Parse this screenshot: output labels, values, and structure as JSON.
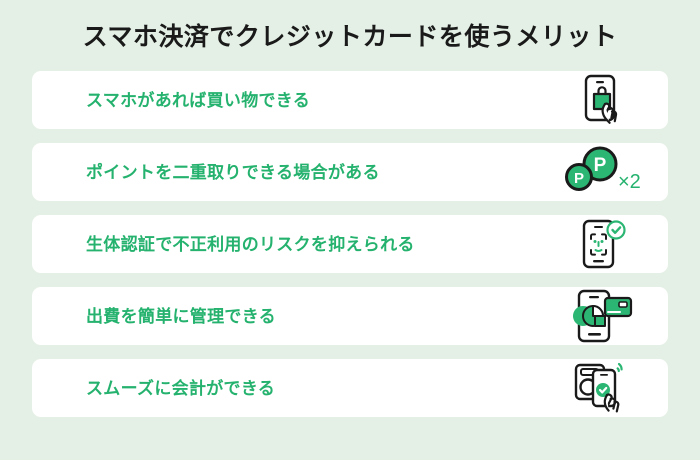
{
  "header": {
    "title": "スマホ決済でクレジットカードを使うメリット"
  },
  "colors": {
    "background": "#e4f0e5",
    "card": "#ffffff",
    "accent_green": "#25b26e",
    "icon_green": "#2cb673",
    "title_text": "#1a1a1a",
    "outline": "#1a1a1a"
  },
  "benefits": [
    {
      "label": "スマホがあれば買い物できる",
      "icon": "smartphone-shopping-bag-hand-icon",
      "icon_caption": ""
    },
    {
      "label": "ポイントを二重取りできる場合がある",
      "icon": "point-coins-icon",
      "icon_caption": "×2",
      "coin_letter": "P"
    },
    {
      "label": "生体認証で不正利用のリスクを抑えられる",
      "icon": "face-id-smartphone-check-icon",
      "icon_caption": ""
    },
    {
      "label": "出費を簡単に管理できる",
      "icon": "smartphone-pie-chart-credit-card-icon",
      "icon_caption": ""
    },
    {
      "label": "スムーズに会計ができる",
      "icon": "contactless-payment-terminal-hand-icon",
      "icon_caption": ""
    }
  ]
}
